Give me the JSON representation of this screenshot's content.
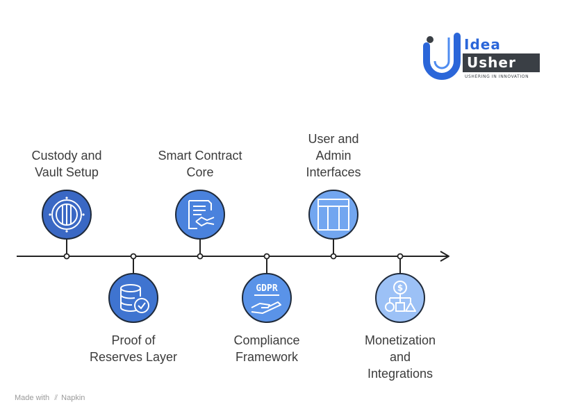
{
  "logo": {
    "line1": "Idea",
    "line2": "Usher",
    "tagline": "USHERING IN INNOVATION"
  },
  "steps": [
    {
      "lines": [
        "Custody and",
        "Vault Setup"
      ],
      "icon": "vault-icon",
      "position": "top",
      "color": "#3a68c4"
    },
    {
      "lines": [
        "Proof of",
        "Reserves Layer"
      ],
      "icon": "database-check-icon",
      "position": "bottom",
      "color": "#3f74d0"
    },
    {
      "lines": [
        "Smart Contract",
        "Core"
      ],
      "icon": "contract-handshake-icon",
      "position": "top",
      "color": "#4a82dd"
    },
    {
      "lines": [
        "Compliance",
        "Framework"
      ],
      "icon": "gdpr-icon",
      "position": "bottom",
      "color": "#5a93e8"
    },
    {
      "lines": [
        "User and",
        "Admin",
        "Interfaces"
      ],
      "icon": "table-layout-icon",
      "position": "top",
      "color": "#72a6f0"
    },
    {
      "lines": [
        "Monetization",
        "and",
        "Integrations"
      ],
      "icon": "dollar-flowchart-icon",
      "position": "bottom",
      "color": "#9cc1f6"
    }
  ],
  "footer": {
    "made_with": "Made with",
    "brand": "Napkin"
  }
}
